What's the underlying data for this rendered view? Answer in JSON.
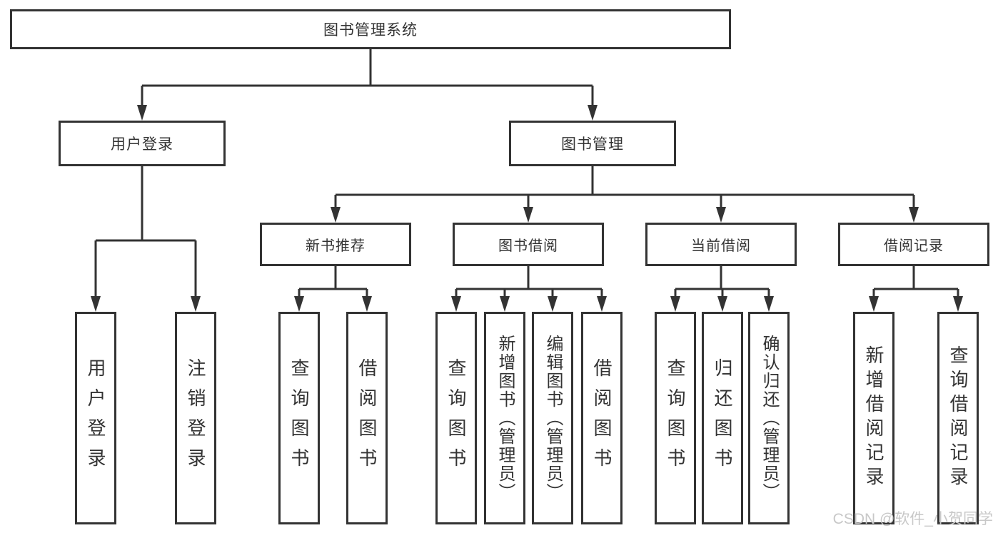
{
  "tree": {
    "root": "图书管理系统",
    "branches": [
      {
        "label": "用户登录",
        "children": [
          "用户登录",
          "注销登录"
        ]
      },
      {
        "label": "图书管理",
        "groups": [
          {
            "label": "新书推荐",
            "children": [
              "查询图书",
              "借阅图书"
            ]
          },
          {
            "label": "图书借阅",
            "children": [
              "查询图书",
              "新增图书（管理员）",
              "编辑图书（管理员）",
              "借阅图书"
            ]
          },
          {
            "label": "当前借阅",
            "children": [
              "查询图书",
              "归还图书",
              "确认归还（管理员）"
            ]
          },
          {
            "label": "借阅记录",
            "children": [
              "新增借阅记录",
              "查询借阅记录"
            ]
          }
        ]
      }
    ]
  },
  "watermark": {
    "text": "CSDN @软件_小贺同学"
  },
  "colors": {
    "line": "#333333",
    "box_bg": "#ffffff",
    "text": "#333333",
    "watermark": "#c8c8c8",
    "background": "#ffffff"
  }
}
